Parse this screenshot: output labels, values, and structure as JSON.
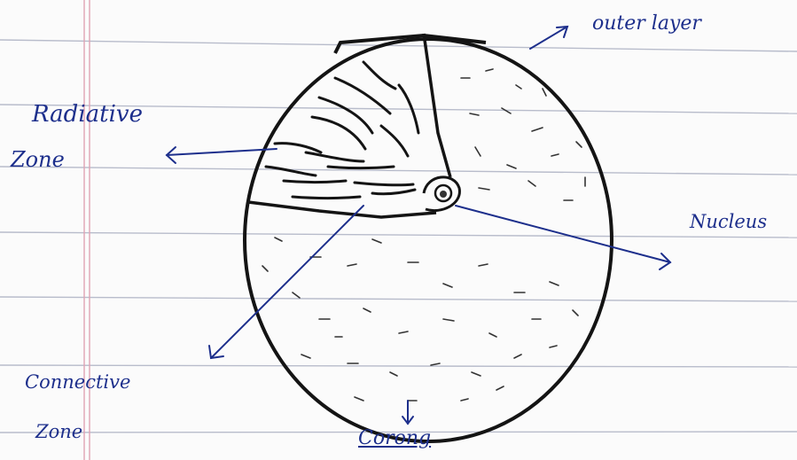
{
  "labels": {
    "outer_layer": "outer layer",
    "radiative_line1": "Radiative",
    "radiative_line2": "Zone",
    "nucleus": "Nucleus",
    "convective_line1": "Connective",
    "convective_line2": "Zone",
    "corona": "Corong"
  },
  "colors": {
    "ink": "#141414",
    "pen": "#1d2f8c",
    "paper": "#fbfbfb",
    "rule_line": "#b8bccb",
    "margin_line": "#e0a3b4"
  }
}
